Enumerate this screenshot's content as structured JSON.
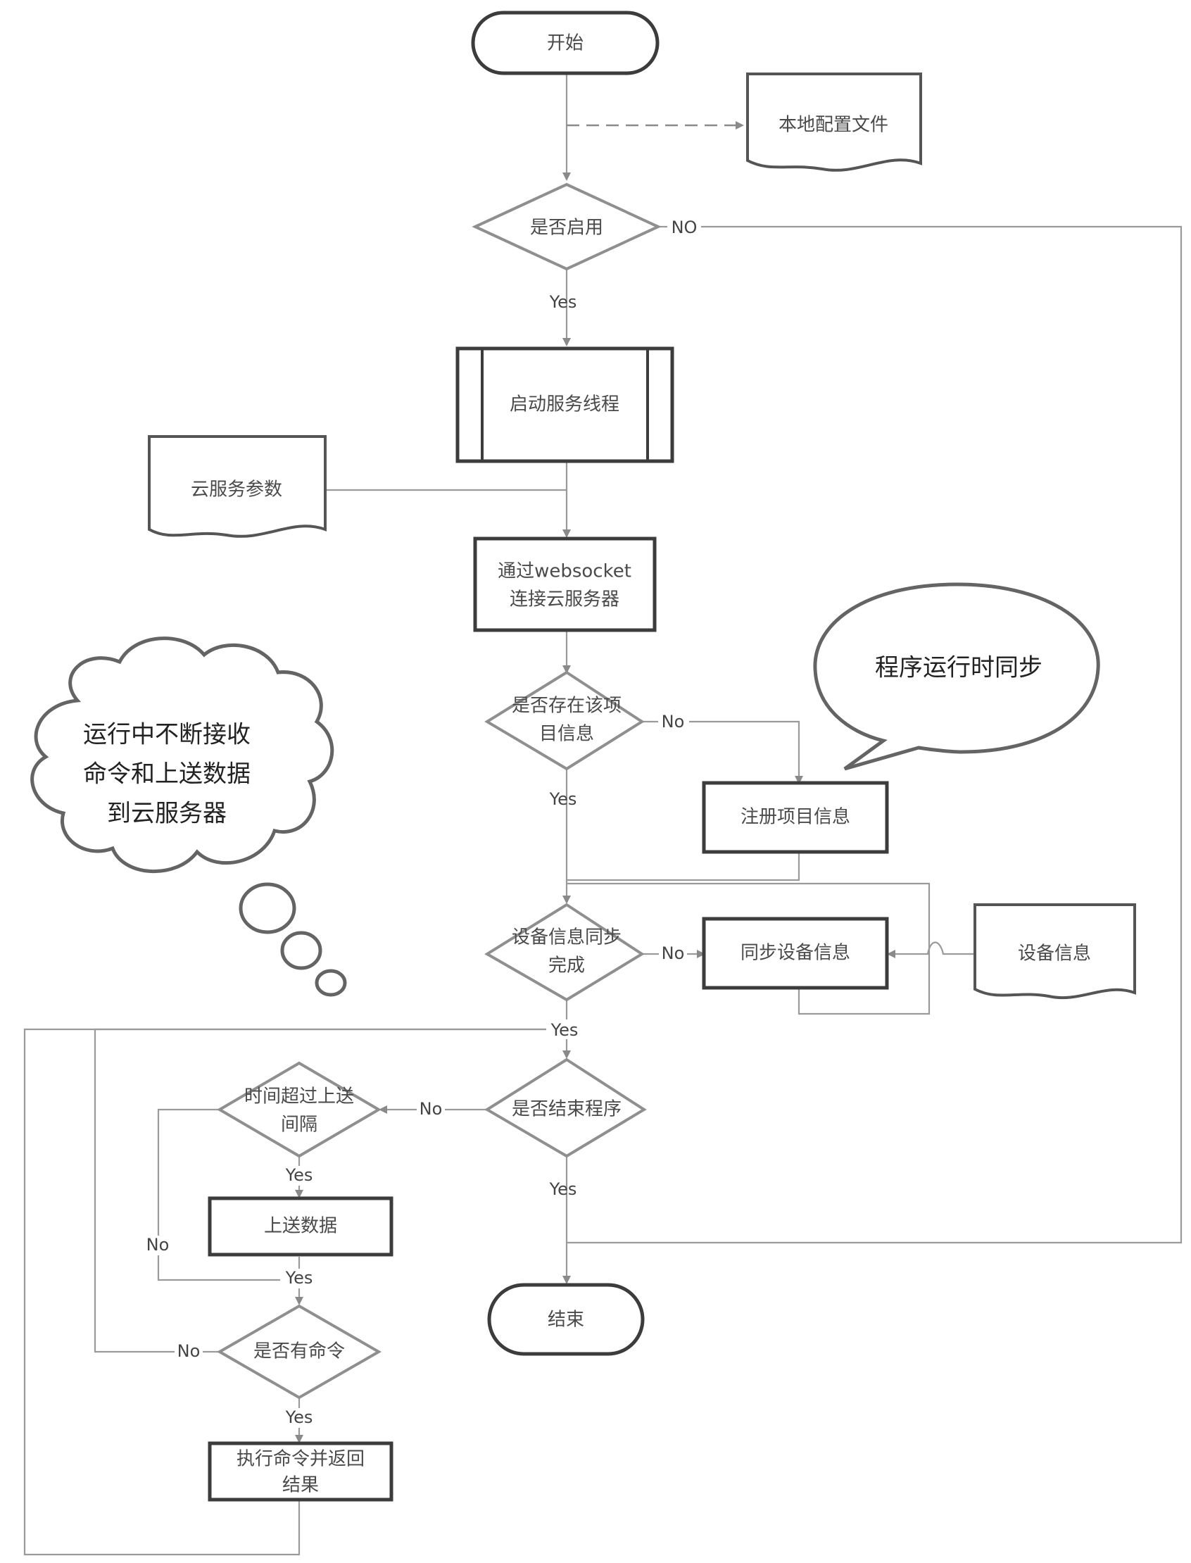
{
  "nodes": {
    "start": "开始",
    "config_file": "本地配置文件",
    "is_enabled": "是否启用",
    "start_service": "启动服务线程",
    "cloud_params": "云服务参数",
    "connect_line1": "通过websocket",
    "connect_line2": "连接云服务器",
    "project_exists_line1": "是否存在该项",
    "project_exists_line2": "目信息",
    "register_project": "注册项目信息",
    "sync_done_line1": "设备信息同步",
    "sync_done_line2": "完成",
    "sync_device": "同步设备信息",
    "device_info": "设备信息",
    "end_program": "是否结束程序",
    "time_exceed_line1": "时间超过上送",
    "time_exceed_line2": "间隔",
    "upload_data": "上送数据",
    "has_command": "是否有命令",
    "exec_line1": "执行命令并返回",
    "exec_line2": "结果",
    "end": "结束"
  },
  "callouts": {
    "speech": "程序运行时同步",
    "thought_line1": "运行中不断接收",
    "thought_line2": "命令和上送数据",
    "thought_line3": "到云服务器"
  },
  "edge_labels": {
    "enabled_no": "NO",
    "enabled_yes": "Yes",
    "project_no": "No",
    "project_yes": "Yes",
    "sync_no": "No",
    "sync_yes": "Yes",
    "end_no": "No",
    "end_yes": "Yes",
    "time_yes": "Yes",
    "time_no": "No",
    "upload_yes": "Yes",
    "command_no": "No",
    "command_yes": "Yes"
  }
}
